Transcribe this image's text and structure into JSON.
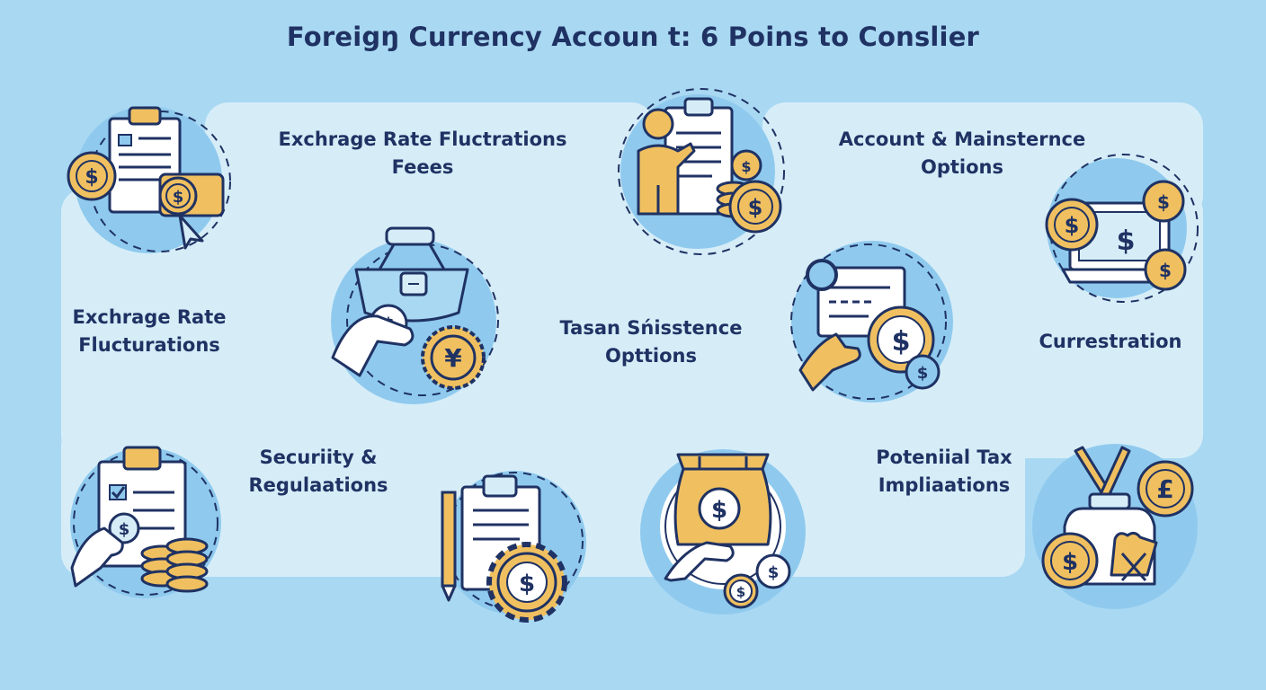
{
  "title": "Foreigŋ Currency Accoun t: 6 Poins to Conslier",
  "labels": {
    "top_center": [
      "Exchrage Rate Fluctrations",
      "Feees"
    ],
    "top_right": [
      "Account & Mainsternce",
      "Options"
    ],
    "mid_left": [
      "Exchrage Rate",
      "Flucturations"
    ],
    "mid_center": [
      "Tasan Sńisstence",
      "Opttions"
    ],
    "mid_right": [
      "Currestration"
    ],
    "bottom_left": [
      "Securiity &",
      "Regulaations"
    ],
    "bottom_right": [
      "Poteniial Tax",
      "Impliaations"
    ]
  },
  "icons": [
    "document-coins-card-icon",
    "money-bag-hand-yen-icon",
    "person-clipboard-coins-icon",
    "hand-document-coin-icon",
    "laptop-coins-icon",
    "checklist-coins-hand-icon",
    "clipboard-pencil-gear-icon",
    "money-bag-hand-icon",
    "trophy-pound-coin-icon"
  ],
  "symbols": {
    "dollar": "$",
    "yen": "¥",
    "pound": "£"
  },
  "colors": {
    "background": "#a9d8f2",
    "panel": "#d6edf8",
    "circle": "#8fcaee",
    "ink": "#1f3263",
    "gold": "#f0c060",
    "paper": "#ffffff"
  }
}
